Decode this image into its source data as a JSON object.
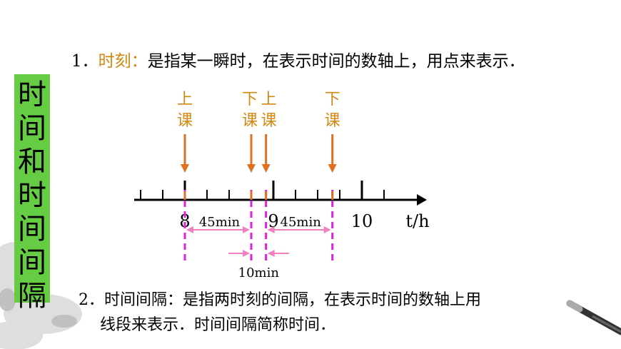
{
  "side_title": [
    "时",
    "间",
    "和",
    "时",
    "间",
    "间",
    "隔"
  ],
  "item1": {
    "number": "1．",
    "term": "时刻：",
    "definition": "是指某一瞬时，在表示时间的数轴上，用点来表示．"
  },
  "item2": {
    "number": "2．",
    "line1": "时间间隔：是指两时刻的间隔，在表示时间的数轴上用",
    "line2": "线段来表示．时间间隔简称时间．"
  },
  "timeline": {
    "axis_unit": "t/h",
    "tick_labels": [
      {
        "text": "8",
        "value": 8
      },
      {
        "text": "9",
        "value": 9
      },
      {
        "text": "10",
        "value": 10
      }
    ],
    "events": [
      {
        "line1": "上",
        "line2": "课",
        "time": 8.0
      },
      {
        "line1": "下",
        "line2": "课",
        "time": 8.75
      },
      {
        "line1": "上",
        "line2": "课",
        "time": 8.9167
      },
      {
        "line1": "下",
        "line2": "课",
        "time": 9.6667
      }
    ],
    "intervals": [
      {
        "label": "45min",
        "from": 8.0,
        "to": 8.75
      },
      {
        "label": "45min",
        "from": 8.9167,
        "to": 9.6667
      }
    ],
    "break_label": "10min",
    "colors": {
      "event_text": "#d4870e",
      "event_arrow": "#e07020",
      "guide_line": "#dd22dd",
      "interval_arrow": "#f080c0",
      "axis": "#000000"
    }
  }
}
